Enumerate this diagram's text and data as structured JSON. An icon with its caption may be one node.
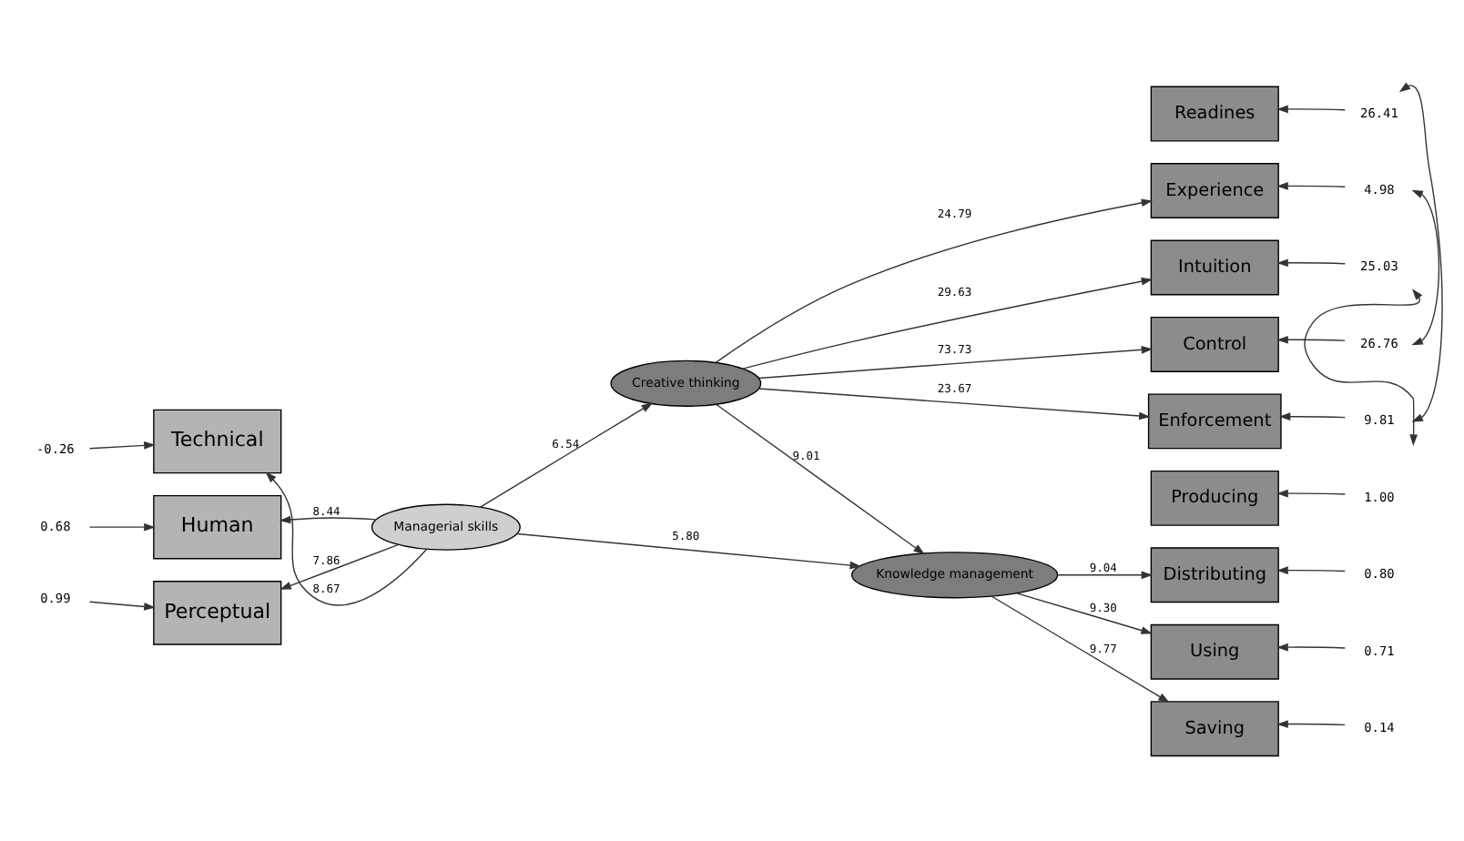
{
  "diagram": {
    "nodes": [
      {
        "text": [
          "Technical"
        ]
      },
      {
        "text": [
          "Human"
        ]
      },
      {
        "text": [
          "Perceptual"
        ]
      },
      {
        "text": [
          "-0.26"
        ]
      },
      {
        "text": [
          "0.68"
        ]
      },
      {
        "text": [
          "0.99"
        ]
      },
      {
        "text": [
          "Managerial skills"
        ]
      },
      {
        "text": [
          "Creative thinking"
        ]
      },
      {
        "text": [
          "Knowledge management"
        ]
      },
      {
        "text": [
          "Readines"
        ]
      },
      {
        "text": [
          "Experience"
        ]
      },
      {
        "text": [
          "Intuition"
        ]
      },
      {
        "text": [
          "Control"
        ]
      },
      {
        "text": [
          "Enforcement"
        ]
      },
      {
        "text": [
          "Producing"
        ]
      },
      {
        "text": [
          "Distributing"
        ]
      },
      {
        "text": [
          "Using"
        ]
      },
      {
        "text": [
          "Saving"
        ]
      },
      {
        "text": [
          "26.41"
        ]
      },
      {
        "text": [
          "4.98"
        ]
      },
      {
        "text": [
          "25.03"
        ]
      },
      {
        "text": [
          "26.76"
        ]
      },
      {
        "text": [
          "9.81"
        ]
      },
      {
        "text": [
          "1.00"
        ]
      },
      {
        "text": [
          "0.80"
        ]
      },
      {
        "text": [
          "0.71"
        ]
      },
      {
        "text": [
          "0.14"
        ]
      }
    ],
    "edges": [
      {
        "from": 3,
        "to": 0,
        "arrow": "to"
      },
      {
        "from": 4,
        "to": 1,
        "arrow": "to"
      },
      {
        "from": 5,
        "to": 2,
        "arrow": "to"
      },
      {
        "from": 6,
        "to": 0,
        "arrow": "to",
        "label": "8.67"
      },
      {
        "from": 6,
        "to": 1,
        "arrow": "to",
        "label": "8.44"
      },
      {
        "from": 6,
        "to": 2,
        "arrow": "to",
        "label": "7.86"
      },
      {
        "from": 6,
        "to": 7,
        "arrow": "to",
        "label": "6.54"
      },
      {
        "from": 6,
        "to": 8,
        "arrow": "to",
        "label": "5.80"
      },
      {
        "from": 7,
        "to": 8,
        "arrow": "to",
        "label": "9.01"
      },
      {
        "from": 7,
        "to": 10,
        "arrow": "to",
        "label": "24.79"
      },
      {
        "from": 7,
        "to": 11,
        "arrow": "to",
        "label": "29.63"
      },
      {
        "from": 7,
        "to": 12,
        "arrow": "to",
        "label": "73.73"
      },
      {
        "from": 7,
        "to": 13,
        "arrow": "to",
        "label": "23.67"
      },
      {
        "from": 8,
        "to": 15,
        "arrow": "to",
        "label": "9.04"
      },
      {
        "from": 8,
        "to": 16,
        "arrow": "to",
        "label": "9.30"
      },
      {
        "from": 8,
        "to": 17,
        "arrow": "to",
        "label": "9.77"
      },
      {
        "from": 18,
        "to": 9,
        "arrow": "to"
      },
      {
        "from": 19,
        "to": 10,
        "arrow": "to"
      },
      {
        "from": 20,
        "to": 11,
        "arrow": "to"
      },
      {
        "from": 21,
        "to": 12,
        "arrow": "to"
      },
      {
        "from": 22,
        "to": 13,
        "arrow": "to"
      },
      {
        "from": 23,
        "to": 14,
        "arrow": "to"
      },
      {
        "from": 24,
        "to": 15,
        "arrow": "to"
      },
      {
        "from": 25,
        "to": 16,
        "arrow": "to"
      },
      {
        "from": 26,
        "to": 17,
        "arrow": "to"
      },
      {
        "from": 18,
        "to": 22,
        "arrow": "both"
      },
      {
        "from": 19,
        "to": 21,
        "arrow": "both"
      },
      {
        "from": 20,
        "to": 22,
        "arrow": "both"
      }
    ]
  }
}
